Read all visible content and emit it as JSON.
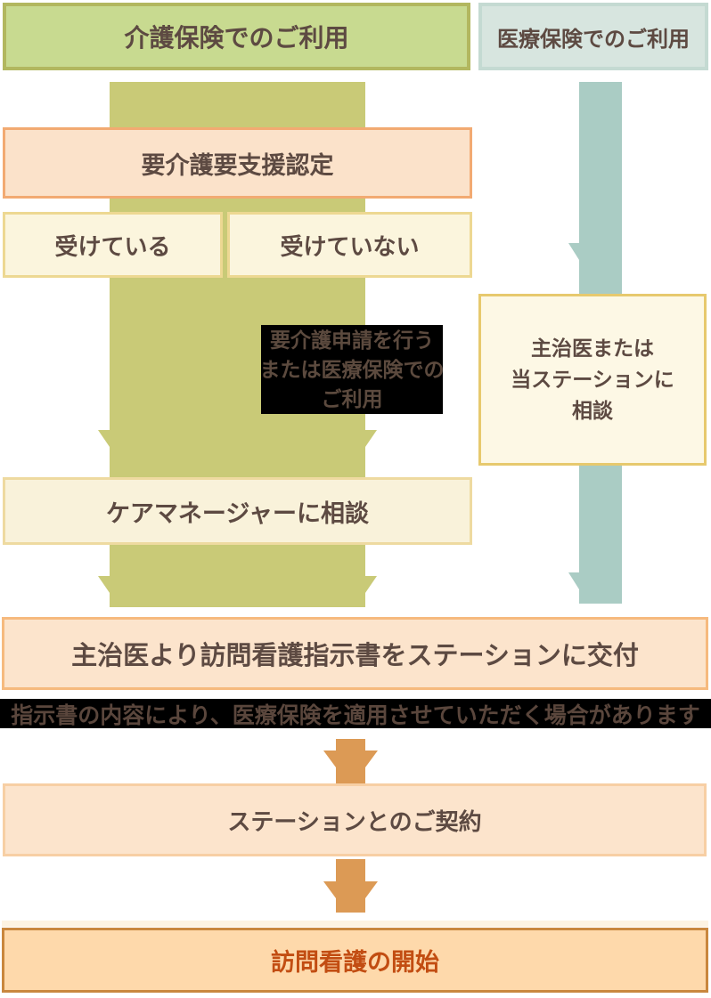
{
  "colors": {
    "care_band": "#c9ca77",
    "medical_band": "#aaccc4",
    "arrow": "#dc9a55",
    "text_dark": "#5d4a42",
    "start_text": "#c24d12"
  },
  "headers": {
    "care": "介護保険でのご利用",
    "medical": "医療保険でのご利用"
  },
  "care_flow": {
    "certification": "要介護要支援認定",
    "certified": "受けている",
    "not_certified": "受けていない",
    "apply_note": "要介護申請を行う\nまたは医療保険での\nご利用",
    "care_manager": "ケアマネージャーに相談"
  },
  "medical_flow": {
    "consult": "主治医または\n当ステーションに\n相談"
  },
  "common_flow": {
    "directive": "主治医より訪問看護指示書をステーションに交付",
    "directive_note": "指示書の内容により、医療保険を適用させていただく場合があります",
    "contract": "ステーションとのご契約",
    "start": "訪問看護の開始"
  }
}
